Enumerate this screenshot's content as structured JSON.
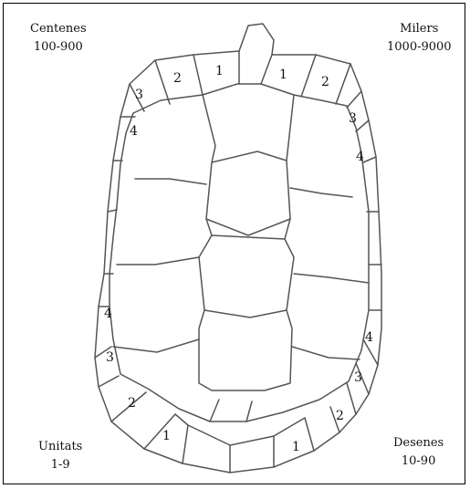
{
  "corners": {
    "top_left": {
      "title": "Centenes",
      "range": "100-900"
    },
    "top_right": {
      "title": "Milers",
      "range": "1000-9000"
    },
    "bottom_left": {
      "title": "Unitats",
      "range": "1-9"
    },
    "bottom_right": {
      "title": "Desenes",
      "range": "10-90"
    }
  },
  "scute_numbers": {
    "centenes": [
      "1",
      "2",
      "3",
      "4"
    ],
    "milers": [
      "1",
      "2",
      "3",
      "4"
    ],
    "unitats": [
      "1",
      "2",
      "3",
      "4"
    ],
    "desenes": [
      "1",
      "2",
      "3",
      "4"
    ]
  },
  "colors": {
    "background": "#ffffff",
    "lines": "#555555",
    "text": "#111111",
    "frame": "#000000"
  }
}
